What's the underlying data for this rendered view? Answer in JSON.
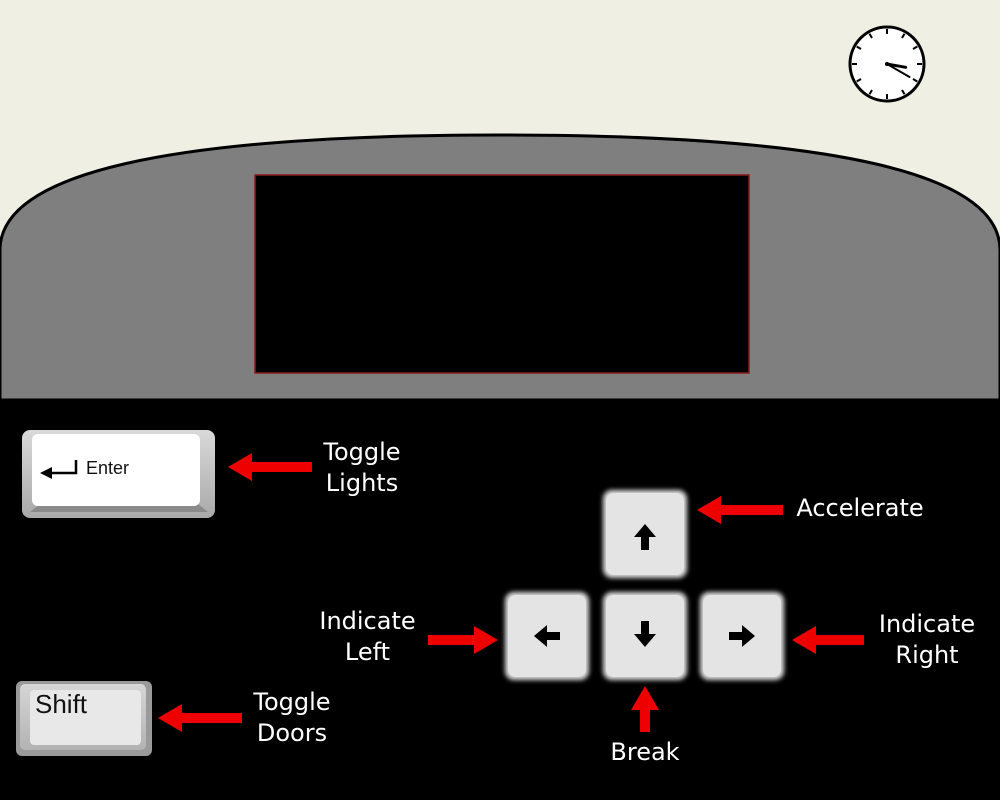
{
  "colors": {
    "sky": "#efefe4",
    "dashboard": "#7f7f7f",
    "panel": "#000000",
    "screen": "#000000",
    "screen_border": "#8b1a1a",
    "arrow": "#ee0000",
    "key_face": "#e4e4e4",
    "label": "#ffffff"
  },
  "clock": {
    "hour": 3,
    "minute": 20
  },
  "controls": {
    "enter": {
      "key_label": "Enter",
      "action_line1": "Toggle",
      "action_line2": "Lights"
    },
    "shift": {
      "key_label": "Shift",
      "action_line1": "Toggle",
      "action_line2": "Doors"
    },
    "up": {
      "key_icon": "arrow-up-icon",
      "action": "Accelerate"
    },
    "left": {
      "key_icon": "arrow-left-icon",
      "action_line1": "Indicate",
      "action_line2": "Left"
    },
    "down": {
      "key_icon": "arrow-down-icon",
      "action": "Break"
    },
    "right": {
      "key_icon": "arrow-right-icon",
      "action_line1": "Indicate",
      "action_line2": "Right"
    }
  }
}
